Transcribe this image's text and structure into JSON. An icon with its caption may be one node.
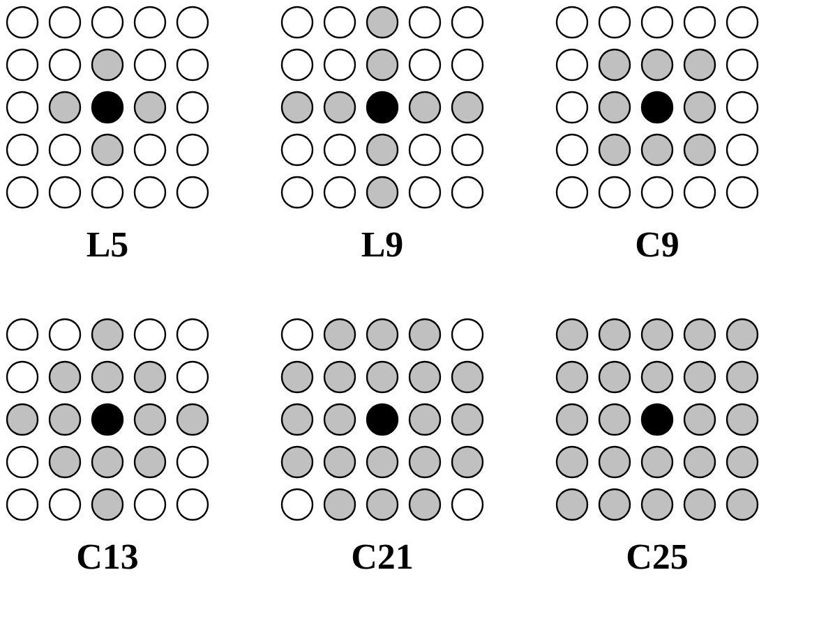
{
  "diagram": {
    "labels": [
      "L5",
      "L9",
      "C9",
      "C13",
      "C21",
      "C25"
    ]
  }
}
